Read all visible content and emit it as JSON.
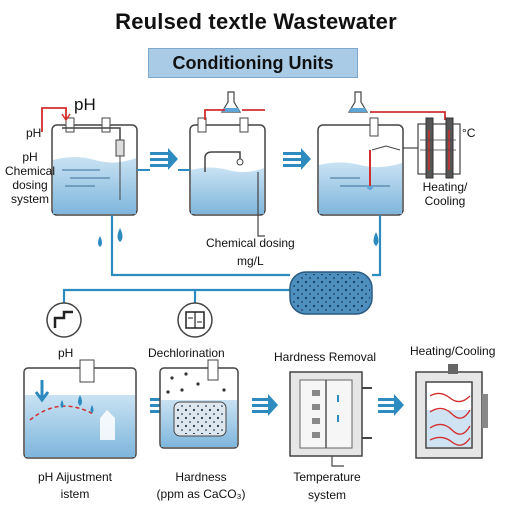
{
  "title": "Reulsed textle Wastewater",
  "subtitle": "Conditioning Units",
  "top_row": {
    "ph_big": "pH",
    "ph_small": "pH",
    "dosing_label_lines": [
      "pH",
      "Chemical",
      "dosing",
      "system"
    ],
    "chemical_dosing": "Chemical dosing",
    "mgl": "mg/L",
    "temp_unit": "°C",
    "heating_cooling_lines": [
      "Heating/",
      "Cooling"
    ]
  },
  "bottom_row": {
    "ph_label": "pH",
    "dechlorination": "Dechlorination",
    "hardness_removal": "Hardness Removal",
    "heating_cooling": "Heating/Cooling",
    "ph_adjustment_lines": [
      "pH Aijustment",
      "istem"
    ],
    "hardness_lines": [
      "Hardness",
      "(ppm as CaCO₃)"
    ],
    "temperature_lines": [
      "Temperature",
      "system"
    ]
  },
  "colors": {
    "water": "#9cc8e6",
    "pipe": "#2e8bc0",
    "red_pipe": "#d22e2e",
    "arrow": "#2e8bc0",
    "subtitle_bg": "#a9cbe6"
  }
}
